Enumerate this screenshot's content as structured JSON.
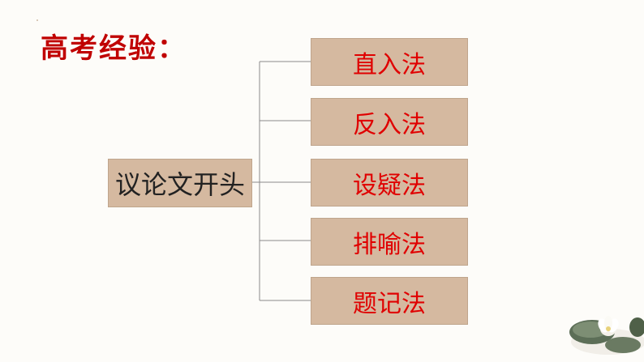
{
  "slide": {
    "title": "高考经验：",
    "root_label": "议论文开头",
    "branches": [
      {
        "label": "直入法"
      },
      {
        "label": "反入法"
      },
      {
        "label": "设疑法"
      },
      {
        "label": "排喻法"
      },
      {
        "label": "题记法"
      }
    ],
    "colors": {
      "title": "#c00000",
      "branch_text": "#e00000",
      "box_fill": "#d5b9a0",
      "line": "#8a8a8a"
    },
    "decoration": "lotus-leaf-image"
  }
}
